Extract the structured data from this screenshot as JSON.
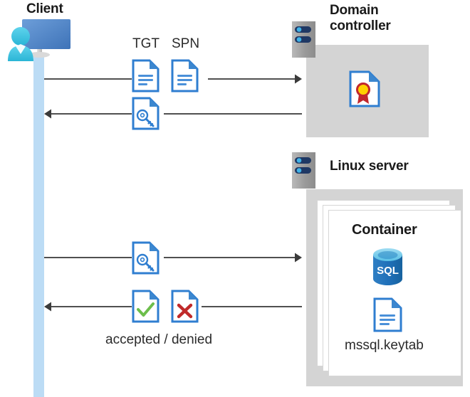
{
  "diagram": {
    "title_client": "Client",
    "title_domain_controller": "Domain\ncontroller",
    "title_domain_controller_line1": "Domain",
    "title_domain_controller_line2": "controller",
    "title_linux_server": "Linux server",
    "title_container": "Container",
    "label_tgt": "TGT",
    "label_spn": "SPN",
    "label_keytab": "mssql.keytab",
    "label_result": "accepted / denied",
    "icons": {
      "client": "user-computer-icon",
      "server_dc": "server-rack-icon",
      "server_linux": "server-rack-icon",
      "certificate": "certificate-document-icon",
      "tgt_doc": "text-document-icon",
      "spn_doc": "text-document-icon",
      "ticket_key": "key-document-icon",
      "request_key": "key-document-icon",
      "accepted": "check-document-icon",
      "denied": "cross-document-icon",
      "sql": "sql-database-icon",
      "keytab_doc": "text-document-icon"
    },
    "flows": [
      {
        "name": "client-to-dc-request",
        "direction": "right",
        "from": "Client",
        "to": "Domain controller",
        "carries": "TGT / SPN"
      },
      {
        "name": "dc-to-client-ticket",
        "direction": "left",
        "from": "Domain controller",
        "to": "Client",
        "carries": "service ticket"
      },
      {
        "name": "client-to-linux-request",
        "direction": "right",
        "from": "Client",
        "to": "Linux server",
        "carries": "service ticket"
      },
      {
        "name": "linux-to-client-result",
        "direction": "left",
        "from": "Linux server",
        "to": "Client",
        "carries": "accepted / denied"
      }
    ],
    "colors": {
      "accent_blue": "#2f7ed0",
      "doc_fold_blue": "#3c87cf",
      "lifeline_blue": "#bcdcf5",
      "panel_gray": "#d4d4d4",
      "arrow_gray": "#505050",
      "check_green": "#6cbe4b",
      "cross_red": "#c02a2a",
      "sql_blue": "#1f6fb8",
      "cert_red": "#c1272d",
      "cert_gold": "#ffd200",
      "server_gray": "#9a9a9a",
      "server_navy": "#1f3864",
      "monitor_blue": "#5b8fd0",
      "person_cyan": "#41c4e0"
    }
  }
}
